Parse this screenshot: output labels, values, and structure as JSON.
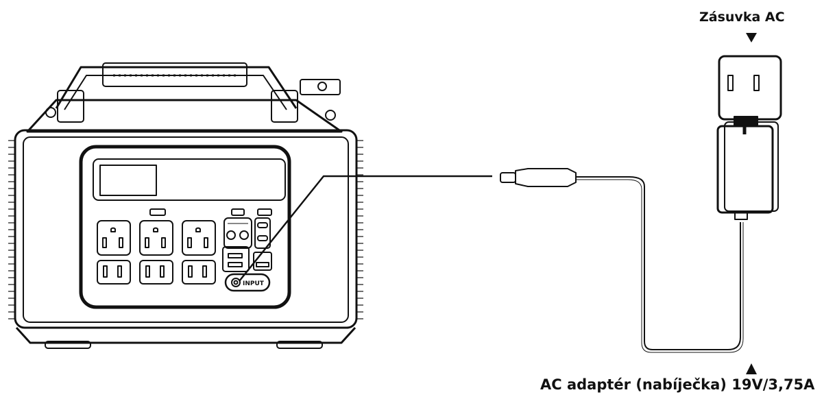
{
  "labels": {
    "socket": "Zásuvka AC",
    "adapter": "AC adaptér (nabíječka) 19V/3,75A",
    "input_port": "INPUT"
  }
}
